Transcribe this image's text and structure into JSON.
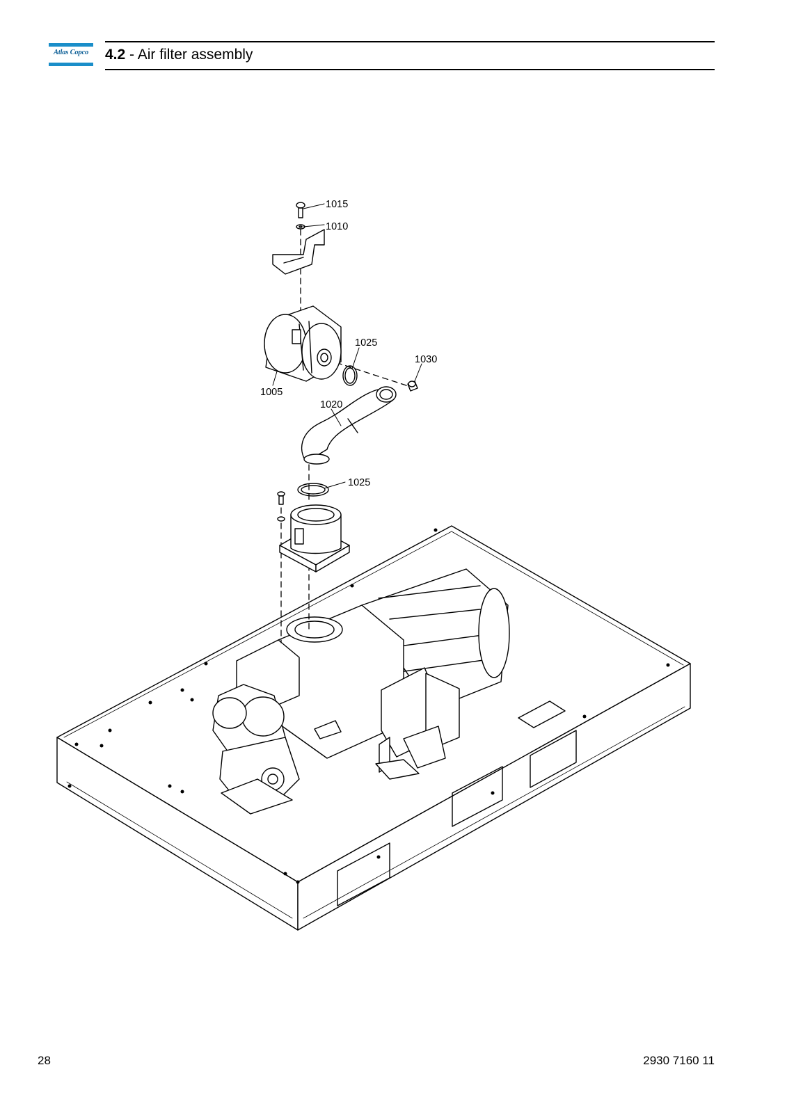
{
  "brand": {
    "name": "Atlas Copco",
    "accent_color": "#1a8ec9"
  },
  "header": {
    "section_number": "4.2",
    "separator": " - ",
    "title": "Air filter assembly"
  },
  "callouts": {
    "c1015": "1015",
    "c1010": "1010",
    "c1025_top": "1025",
    "c1030": "1030",
    "c1005": "1005",
    "c1020": "1020",
    "c1025_bottom": "1025"
  },
  "footer": {
    "page_number": "28",
    "document_number": "2930 7160 11"
  }
}
